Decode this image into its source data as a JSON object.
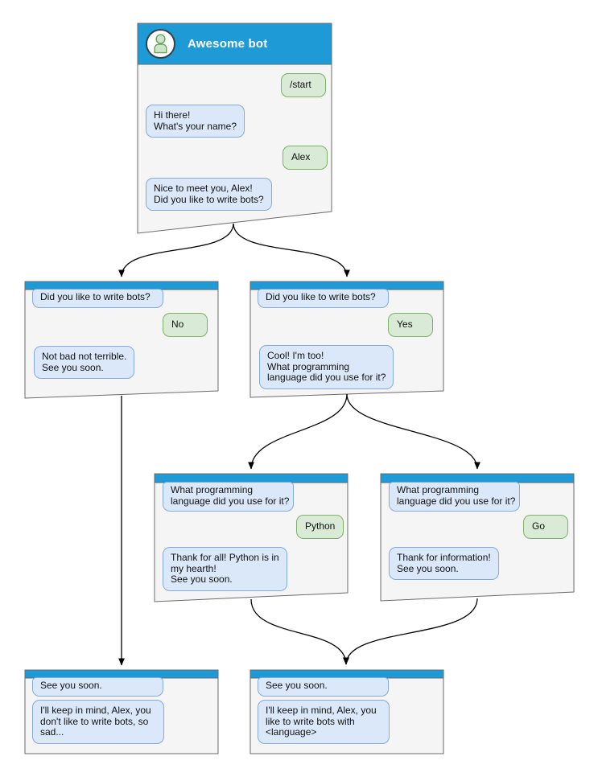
{
  "palette": {
    "header_blue": "#1E9BD7",
    "window_bg": "#F5F5F5",
    "window_border": "#6B6B6B",
    "bot_bubble_bg": "#DBE8FA",
    "bot_bubble_border": "#84AADC",
    "user_bubble_bg": "#D9EAD6",
    "user_bubble_border": "#7FB069",
    "connector": "#000000",
    "avatar_ring": "#33424D",
    "person_fill": "#CDE5C8",
    "person_stroke": "#6D9D62"
  },
  "root_window": {
    "title": "Awesome bot",
    "avatar_icon": "person-icon",
    "messages": {
      "start": "/start",
      "greeting": "Hi there!\nWhat's your name?",
      "name": "Alex",
      "question": "Nice to meet you, Alex!\nDid you like to write bots?"
    }
  },
  "no_window": {
    "question": "Did you like to write bots?",
    "answer": "No",
    "reply": "Not bad not terrible.\nSee you soon."
  },
  "yes_window": {
    "question": "Did you like to write bots?",
    "answer": "Yes",
    "reply": "Cool! I'm too!\nWhat programming\nlanguage did you use for it?"
  },
  "python_window": {
    "question": "What programming\nlanguage did you use for it?",
    "answer": "Python",
    "reply": "Thank for all! Python is in\nmy hearth!\nSee you soon."
  },
  "go_window": {
    "question": "What programming\nlanguage did you use for it?",
    "answer": "Go",
    "reply": "Thank for information!\nSee you soon."
  },
  "end_no_window": {
    "question": "See you soon.",
    "reply": "I'll keep in mind, Alex, you\ndon't like to write bots, so\nsad..."
  },
  "end_yes_window": {
    "question": "See you soon.",
    "reply": "I'll keep in mind, Alex, you\nlike to write bots with\n<language>"
  },
  "edges": [
    {
      "from": "root_window",
      "to": "no_window"
    },
    {
      "from": "root_window",
      "to": "yes_window"
    },
    {
      "from": "yes_window",
      "to": "python_window"
    },
    {
      "from": "yes_window",
      "to": "go_window"
    },
    {
      "from": "no_window",
      "to": "end_no_window"
    },
    {
      "from": "python_window",
      "to": "end_yes_window"
    },
    {
      "from": "go_window",
      "to": "end_yes_window"
    }
  ]
}
